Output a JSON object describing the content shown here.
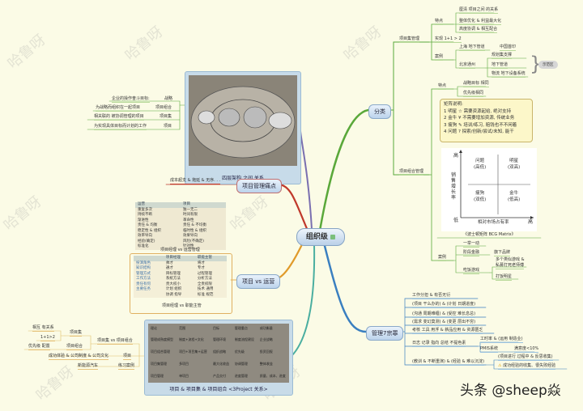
{
  "center": "组织级",
  "watermarks": [
    "哈鲁呀"
  ],
  "footer_watermark": "头条 @sheep焱",
  "top_left": {
    "photo_caption": "四层架构 之间 关系",
    "items": [
      {
        "desc": "企业的操作奋斗目标:",
        "term": "战略"
      },
      {
        "desc": "为战略而组织在一起项目",
        "term": "项目组合"
      },
      {
        "desc": "相关联的 被协调管理的项目",
        "term": "项目集"
      },
      {
        "desc": "为实现具体目标而计划的工作",
        "term": "项目"
      }
    ]
  },
  "pain": {
    "label": "项目管理痛点",
    "desc": "成本超支 & 拖延 & 无序. . ."
  },
  "ops": {
    "label": "项目 vs 运营",
    "vs": "vs",
    "table1": {
      "caption": "项目经理 vs 运营管理",
      "headers": [
        "运营",
        "项目"
      ],
      "rows": [
        [
          "重复多次",
          "独一无二"
        ],
        [
          "持续不断",
          "时间有限"
        ],
        [
          "渐进性",
          "革命性"
        ],
        [
          "责任 & 均衡",
          "责任 & 不均衡"
        ],
        [
          "稳定性 & 组织",
          "临时性 & 组织"
        ],
        [
          "效率导向",
          "效果导向"
        ],
        [
          "经验(确定)",
          "风险(不确定)"
        ],
        [
          "标准化",
          "针对性"
        ]
      ]
    },
    "table2": {
      "caption": "项目经理 vs 职能主管",
      "headers": [
        "",
        "项目经理",
        "职能主管"
      ],
      "rows": [
        [
          "扮演角色",
          "帅才",
          "将才"
        ],
        [
          "知识结构",
          "通才",
          "专才"
        ],
        [
          "管理方式",
          "目标管理",
          "过程管理"
        ],
        [
          "工作方法",
          "系统方法",
          "分析方法"
        ],
        [
          "责任有何",
          "责大权小",
          "全责权限"
        ],
        [
          "主要任务",
          "计划 组织",
          "技术 通用"
        ],
        [
          "",
          "协调 指导",
          "标准 规范"
        ]
      ]
    }
  },
  "bottom_left": {
    "photo_caption": "项目 & 项目集 & 项目组合 <3Project 关系>",
    "photo_table": [
      [
        "理论",
        "范围",
        "目标",
        "管理重点",
        "成功衡量"
      ],
      [
        "管理成熟度模型",
        "制度+流程+文化",
        "管理环境",
        "制度流程建设",
        "企业战略"
      ],
      [
        "项目组合管理",
        "项目+项目集+运营",
        "组织战略",
        "优先级",
        "投资回报"
      ],
      [
        "项目集管理",
        "多项目",
        "最大化收益",
        "协调管理",
        "整体收益"
      ],
      [
        "项目管理",
        "单项目",
        "产品交付",
        "进度管理",
        "质量、成本、进度"
      ]
    ],
    "group": "项目集 vs 项目组合",
    "set": "项目集",
    "set_items": [
      "相互 有关系",
      "1+1>2"
    ],
    "portfolio": "项目组合",
    "portfolio_items": [
      "优先级 配置"
    ],
    "project": "项目",
    "project_desc": "成功体验 & 公司制度 & 公司文化",
    "case": "练习案例",
    "case_desc": "新能源汽车"
  },
  "classify": {
    "label": "分类",
    "program": {
      "label": "项目集管理",
      "features_label": "特点",
      "features": [
        "厘清 项目之间 的关系",
        "整体优化 & 利益最大化",
        "高度协调 & 相互配合"
      ],
      "goal": "实现 1+1 > 2",
      "case_label": "案例",
      "shanghai": "上海 地下管道",
      "shanghai_note": "中国首印",
      "beijing": "北京通州",
      "beijing_items": [
        "规划集支撑",
        "地下管道",
        "物流 地下设备系统"
      ],
      "bubble": "示范区"
    },
    "portfolio": {
      "label": "项目组合管理",
      "features_label": "特点",
      "features": [
        "战略目标 相同",
        "优先级相同"
      ],
      "callout": [
        "矩阵说明:",
        "1 明星 ☆ 需要资源起给, 绝对支持",
        "2 金牛 ¥ 不需要增加资源, 传统业务",
        "3 瘦狗 ✎ 培训/练习, 赔钱也不不闲着",
        "4 问题 ? 探索/创新/尝试/未知, 能干"
      ],
      "bcg_caption": "《波士顿矩阵 BCG Matrix》",
      "case_label": "案例",
      "cases": [
        {
          "label": "一举一动"
        },
        {
          "label": "阶段金融",
          "note": "旗下品牌"
        },
        {
          "label": "吃饭游戏",
          "notes": [
            "多个类似游戏 &",
            "私募打死老师傅",
            "打饭明星"
          ]
        }
      ]
    }
  },
  "chart_data": {
    "type": "table",
    "title": "",
    "xlabel": "相对市场占有率",
    "ylabel": "销售增长率",
    "x_ticks": [
      "低",
      "高"
    ],
    "y_ticks": [
      "低",
      "高"
    ],
    "quadrants": [
      {
        "name": "问题",
        "sub": "(高低)",
        "position": "top-left"
      },
      {
        "name": "明星",
        "sub": "(双高)",
        "position": "top-right"
      },
      {
        "name": "瘦狗",
        "sub": "(双低)",
        "position": "bottom-left"
      },
      {
        "name": "金牛",
        "sub": "(低高)",
        "position": "bottom-right"
      }
    ]
  },
  "sins": {
    "label": "管理7宗罪",
    "items": [
      "工作分担 & 有否无衍",
      "(项目 干么办的) & (计划 日期进度)",
      "(沟通 周期难缠) & (受控 难长息总)",
      "(需求 变幻莫测) & (变更 层出不穷)",
      "考核 工具 用浮 & 薪品应用 & 资源匮乏",
      "日志 记录 指向 总结 不提色素",
      "(教训 & 不断重演) & (经验 & 难以沉淀)"
    ],
    "log_children": [
      "工时率 & (运用 制造业)",
      "PMIS系统"
    ],
    "pmis_note": "满意度<10%",
    "lesson_children": [
      "(项目进行 过程中 & 反思收集)",
      "成功经验的收集、很失败经验"
    ]
  },
  "colors": {
    "background": "#fbfbe6",
    "green": "#5aa83a",
    "blue": "#3a7fc0",
    "red": "#c0392b",
    "orange": "#e09a2a",
    "teal": "#4aaea0",
    "purple": "#7a6fb0"
  }
}
